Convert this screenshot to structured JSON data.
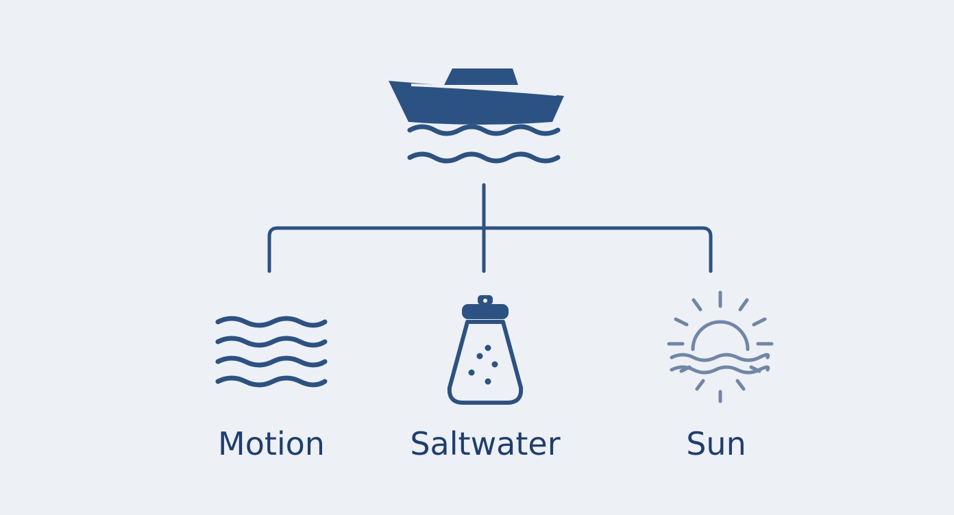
{
  "colors": {
    "background": "#edf1f6",
    "primary": "#2b5282",
    "text": "#1e3f6e",
    "sun": "#6f86a6"
  },
  "root": {
    "icon": "boat-on-waves-icon"
  },
  "children": [
    {
      "label": "Motion",
      "icon": "waves-icon"
    },
    {
      "label": "Saltwater",
      "icon": "salt-shaker-icon"
    },
    {
      "label": "Sun",
      "icon": "sun-over-water-icon"
    }
  ]
}
